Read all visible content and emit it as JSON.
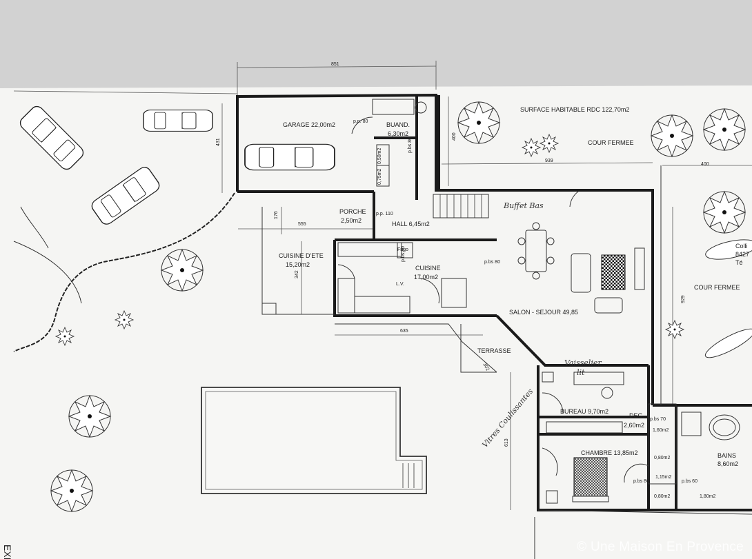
{
  "title": "SURFACE HABITABLE RDC 122,70m2",
  "watermark": "© Une Maison En Provence",
  "margin_text": "EXIST",
  "rooms": {
    "garage": "GARAGE 22,00m2",
    "buand_name": "BUAND.",
    "buand_area": "6,30m2",
    "porche_name": "PORCHE",
    "porche_area": "2,50m2",
    "hall": "HALL 6,45m2",
    "cuisine_ete_name": "CUISINE D'ETE",
    "cuisine_ete_area": "15,20m2",
    "cuisine_name": "CUISINE",
    "cuisine_area": "17,00m2",
    "salon": "SALON - SEJOUR 49,85",
    "terrasse": "TERRASSE",
    "cour_fermee_top": "COUR FERMEE",
    "cour_fermee_right": "COUR FERMEE",
    "bureau": "BUREAU 9,70m2",
    "deg_name": "DEG.",
    "deg_area": "2,60m2",
    "chambre": "CHAMBRE 13,85m2",
    "bains_name": "BAINS",
    "bains_area": "8,60m2"
  },
  "small_areas": [
    "0,50m2",
    "0,75m2",
    "1,60m2",
    "0,80m2",
    "1,15m2",
    "0,80m2",
    "1,80m2"
  ],
  "dimensions": [
    "851",
    "400",
    "939",
    "400",
    "176",
    "555",
    "342",
    "635",
    "302",
    "929",
    "613",
    "431"
  ],
  "tags": [
    "p.p. 80",
    "p.p. 110",
    "p.bs 80",
    "p.bs 70",
    "p.bs 80",
    "p.bs 60",
    "p.bs 80",
    "p.bs 80",
    "Frigo",
    "L.V."
  ],
  "handwritten": [
    "Buffet Bas",
    "Vaisselier",
    "lit",
    "Vitres Coulissantes"
  ],
  "signage": [
    "Colli",
    "8427",
    "Té"
  ]
}
